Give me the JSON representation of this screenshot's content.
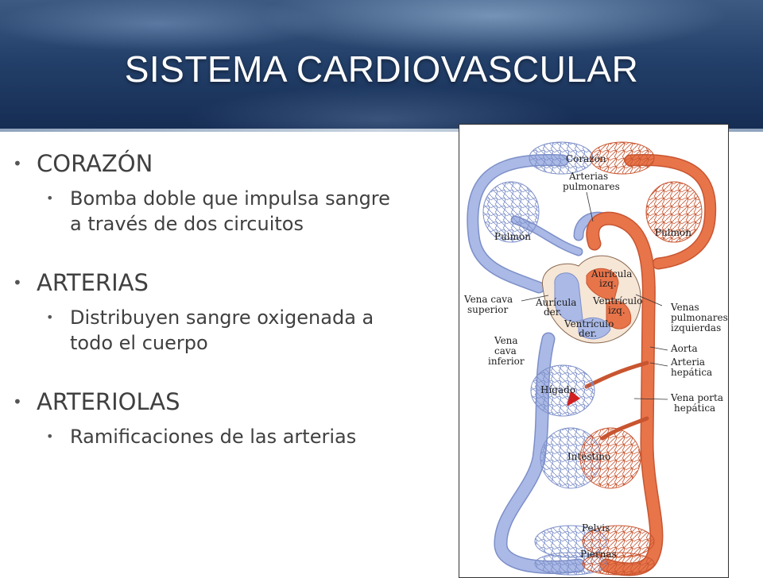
{
  "slide": {
    "title": "SISTEMA CARDIOVASCULAR",
    "bullets": [
      {
        "label": "CORAZÓN",
        "sub": "Bomba doble que impulsa sangre a través de dos circuitos"
      },
      {
        "label": "ARTERIAS",
        "sub": "Distribuyen sangre oxigenada a todo el cuerpo"
      },
      {
        "label": "ARTERIOLAS",
        "sub": "Ramificaciones de las arterias"
      }
    ]
  },
  "diagram": {
    "labels": {
      "corazon": "Corazón",
      "arterias_pulmonares": [
        "Arterias",
        "pulmonares"
      ],
      "pulmon_left": "Pulmón",
      "pulmon_right": "Pulmón",
      "auricula_izq": [
        "Aurícula",
        "izq."
      ],
      "auricula_der": [
        "Aurícula",
        "der."
      ],
      "ventriculo_izq": [
        "Ventrículo",
        "izq."
      ],
      "ventriculo_der": [
        "Ventrículo",
        "der."
      ],
      "vena_cava_superior": [
        "Vena cava",
        "superior"
      ],
      "vena_cava_inferior": [
        "Vena",
        "cava",
        "inferior"
      ],
      "venas_pulmonares": [
        "Venas",
        "pulmonares",
        "izquierdas"
      ],
      "aorta": "Aorta",
      "arteria_hepatica": [
        "Arteria",
        "hepática"
      ],
      "higado": "Hígado",
      "vena_porta": [
        "Vena porta",
        "hepática"
      ],
      "intestino": "Intestino",
      "pelvis": "Pelvis",
      "piernas": "Piernas"
    },
    "colors": {
      "venous": "#aab9e6",
      "venous_stroke": "#7d8fc8",
      "arterial": "#e8744a",
      "arterial_stroke": "#c85530",
      "heart_bg": "#f6e6d6"
    }
  }
}
